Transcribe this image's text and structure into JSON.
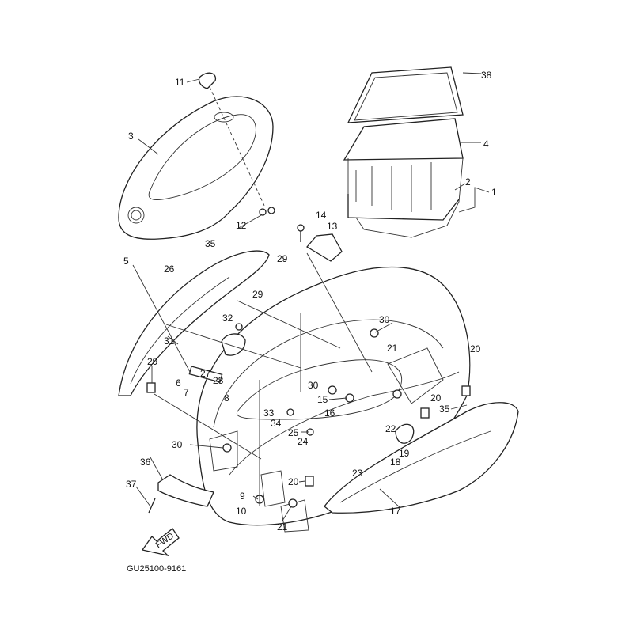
{
  "diagram_code": "GU25100-9161",
  "direction_badge": "FWD",
  "callouts": {
    "c11": "11",
    "c3": "3",
    "c38": "38",
    "c4": "4",
    "c2": "2",
    "c1": "1",
    "c14": "14",
    "c13": "13",
    "c12": "12",
    "c5": "5",
    "c35a": "35",
    "c29a": "29",
    "c26": "26",
    "c29b": "29",
    "c32": "32",
    "c30a": "30",
    "c31": "31",
    "c29c": "29",
    "c27": "27",
    "c28": "28",
    "c6": "6",
    "c7": "7",
    "c8": "8",
    "c21a": "21",
    "c20a": "20",
    "c30b": "30",
    "c15": "15",
    "c16": "16",
    "c20b": "20",
    "c35b": "35",
    "c33": "33",
    "c34": "34",
    "c25": "25",
    "c24": "24",
    "c22": "22",
    "c19": "19",
    "c18": "18",
    "c30c": "30",
    "c36": "36",
    "c23": "23",
    "c20c": "20",
    "c37": "37",
    "c9": "9",
    "c10": "10",
    "c21b": "21",
    "c17": "17"
  }
}
